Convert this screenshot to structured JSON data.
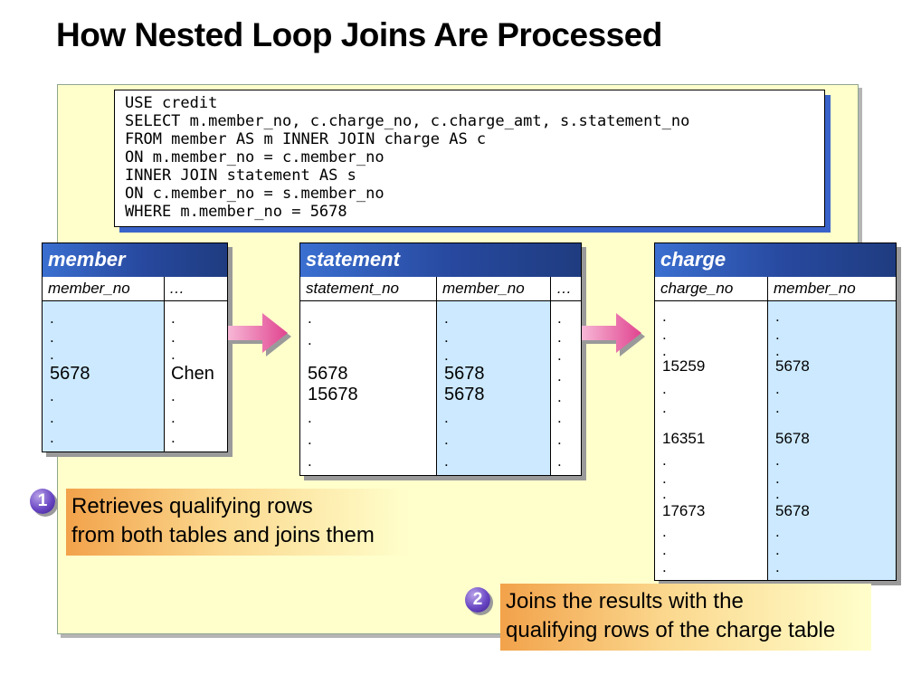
{
  "title": "How Nested Loop Joins Are Processed",
  "sql": "USE credit\nSELECT m.member_no, c.charge_no, c.charge_amt, s.statement_no\nFROM member AS m INNER JOIN charge AS c\nON m.member_no = c.member_no\nINNER JOIN statement AS s\nON c.member_no = s.member_no\nWHERE m.member_no = 5678",
  "tables": {
    "member": {
      "name": "member",
      "columns": [
        "member_no",
        "…"
      ],
      "col1_rows": [
        ".",
        ".",
        ".",
        "5678",
        ".",
        ".",
        "."
      ],
      "col2_rows": [
        ".",
        ".",
        ".",
        "Chen",
        ".",
        ".",
        "."
      ]
    },
    "statement": {
      "name": "statement",
      "columns": [
        "statement_no",
        "member_no",
        "…"
      ],
      "col1_rows": [
        ".",
        ".",
        "5678",
        "15678",
        ".",
        ".",
        "."
      ],
      "col2_rows": [
        ".",
        ".",
        ".",
        "5678",
        "5678",
        ".",
        ".",
        "."
      ],
      "col3_rows": [
        ".",
        ".",
        ".",
        ".",
        ".",
        ".",
        ".",
        "."
      ]
    },
    "charge": {
      "name": "charge",
      "columns": [
        "charge_no",
        "member_no"
      ],
      "col1_rows": [
        ".",
        ".",
        ".",
        "15259",
        ".",
        ".",
        "16351",
        ".",
        ".",
        ".",
        "17673",
        ".",
        ".",
        "."
      ],
      "col2_rows": [
        ".",
        ".",
        ".",
        "5678",
        ".",
        ".",
        "5678",
        ".",
        ".",
        ".",
        "5678",
        ".",
        ".",
        "."
      ]
    }
  },
  "steps": [
    {
      "number": "1",
      "text_line1": "Retrieves qualifying rows",
      "text_line2": "from both tables and joins them"
    },
    {
      "number": "2",
      "text_line1": "Joins the results with the",
      "text_line2": "qualifying rows of the charge table"
    }
  ],
  "colors": {
    "panel": "#ffffcc",
    "header_blue": "#27489e",
    "column_blue": "#cce9ff",
    "arrow_pink": "#e0448f",
    "callout_orange": "#f2a24a",
    "badge_purple": "#6a47c4"
  }
}
